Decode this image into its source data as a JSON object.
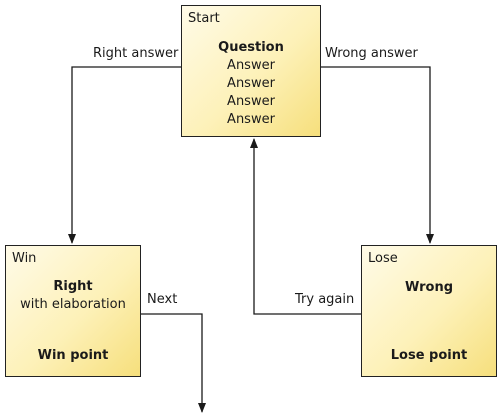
{
  "nodes": {
    "start": {
      "label": "Start",
      "title": "Question",
      "answers": [
        "Answer",
        "Answer",
        "Answer",
        "Answer"
      ]
    },
    "win": {
      "label": "Win",
      "title": "Right",
      "subtitle": "with elaboration",
      "footer": "Win point"
    },
    "lose": {
      "label": "Lose",
      "title": "Wrong",
      "footer": "Lose point"
    }
  },
  "edges": {
    "right_answer": "Right answer",
    "wrong_answer": "Wrong answer",
    "try_again": "Try again",
    "next": "Next"
  }
}
